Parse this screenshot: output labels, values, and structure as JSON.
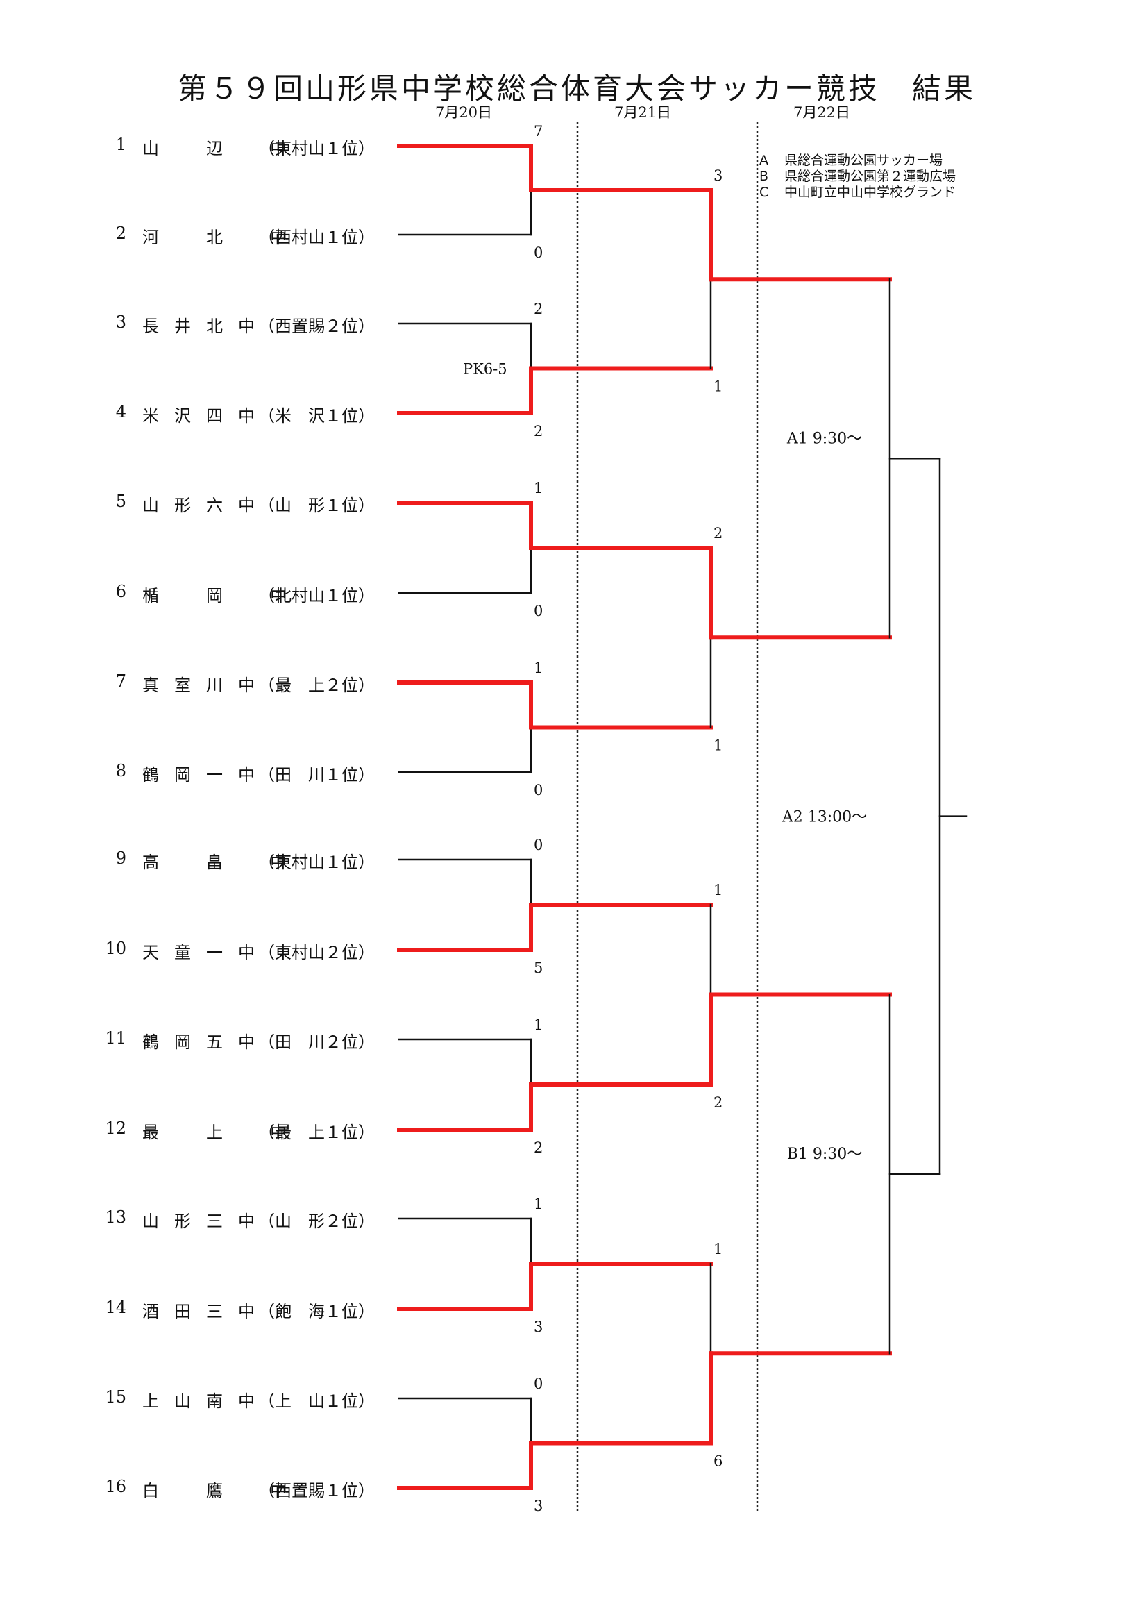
{
  "title": "第５９回山形県中学校総合体育大会サッカー競技　結果",
  "dates": [
    "7月20日",
    "7月21日",
    "7月22日"
  ],
  "venues": [
    {
      "code": "A",
      "name": "県総合運動公園サッカー場"
    },
    {
      "code": "B",
      "name": "県総合運動公園第２運動広場"
    },
    {
      "code": "C",
      "name": "中山町立中山中学校グランド"
    }
  ],
  "teams": [
    {
      "seed": "1",
      "name": "山　辺　中",
      "qual": "（東村山１位）"
    },
    {
      "seed": "2",
      "name": "河　北　中",
      "qual": "（西村山１位）"
    },
    {
      "seed": "3",
      "name": "長井北中",
      "qual": "（西置賜２位）"
    },
    {
      "seed": "4",
      "name": "米沢四中",
      "qual": "（米　沢１位）"
    },
    {
      "seed": "5",
      "name": "山形六中",
      "qual": "（山　形１位）"
    },
    {
      "seed": "6",
      "name": "楯　岡　中",
      "qual": "（北村山１位）"
    },
    {
      "seed": "7",
      "name": "真室川中",
      "qual": "（最　上２位）"
    },
    {
      "seed": "8",
      "name": "鶴岡一中",
      "qual": "（田　川１位）"
    },
    {
      "seed": "9",
      "name": "高　畠　中",
      "qual": "（東村山１位）"
    },
    {
      "seed": "10",
      "name": "天童一中",
      "qual": "（東村山２位）"
    },
    {
      "seed": "11",
      "name": "鶴岡五中",
      "qual": "（田　川２位）"
    },
    {
      "seed": "12",
      "name": "最　上　中",
      "qual": "（最　上１位）"
    },
    {
      "seed": "13",
      "name": "山形三中",
      "qual": "（山　形２位）"
    },
    {
      "seed": "14",
      "name": "酒田三中",
      "qual": "（飽　海１位）"
    },
    {
      "seed": "15",
      "name": "上山南中",
      "qual": "（上　山１位）"
    },
    {
      "seed": "16",
      "name": "白　鷹　中",
      "qual": "（西置賜１位）"
    }
  ],
  "round1": [
    {
      "scores": [
        "7",
        "0"
      ],
      "winner": 0,
      "note": ""
    },
    {
      "scores": [
        "2",
        "2"
      ],
      "winner": 1,
      "note": "PK6-5"
    },
    {
      "scores": [
        "1",
        "0"
      ],
      "winner": 0,
      "note": ""
    },
    {
      "scores": [
        "1",
        "0"
      ],
      "winner": 0,
      "note": ""
    },
    {
      "scores": [
        "0",
        "5"
      ],
      "winner": 1,
      "note": ""
    },
    {
      "scores": [
        "1",
        "2"
      ],
      "winner": 1,
      "note": ""
    },
    {
      "scores": [
        "1",
        "3"
      ],
      "winner": 1,
      "note": ""
    },
    {
      "scores": [
        "0",
        "3"
      ],
      "winner": 1,
      "note": ""
    }
  ],
  "round2": [
    {
      "scores": [
        "3",
        "1"
      ],
      "winner": 0
    },
    {
      "scores": [
        "2",
        "1"
      ],
      "winner": 0
    },
    {
      "scores": [
        "1",
        "2"
      ],
      "winner": 1
    },
    {
      "scores": [
        "1",
        "6"
      ],
      "winner": 1
    }
  ],
  "round3": [
    {
      "label": "A1 9:30～"
    },
    {
      "label": "B1 9:30～"
    }
  ],
  "final": {
    "label": "A2 13:00～"
  },
  "colors": {
    "win": "#ee1c1c",
    "line": "#111111"
  }
}
